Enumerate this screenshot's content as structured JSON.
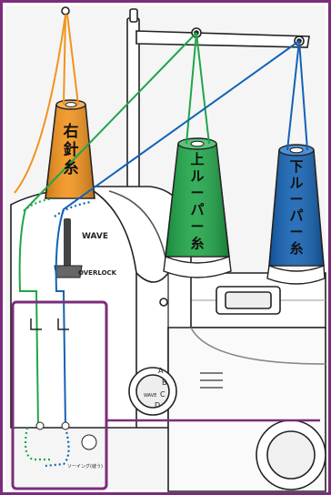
{
  "spools": [
    {
      "label": "右針糸",
      "color": "#f2931c"
    },
    {
      "label": "上ルーパー糸",
      "color": "#1fa648"
    },
    {
      "label": "下ルーパー糸",
      "color": "#1462b4"
    }
  ],
  "machine_labels": {
    "wave": "WAVE",
    "overlock": "OVERLOCK",
    "dial_letters": [
      "A",
      "B",
      "C",
      "D"
    ],
    "dial_word": "WAVE"
  },
  "inset": {
    "caption": "ソーイング(縫う)",
    "border_color": "#7b2d7b"
  },
  "thread_colors": {
    "orange": "#f2931c",
    "green": "#1fa648",
    "blue": "#1462b4"
  }
}
